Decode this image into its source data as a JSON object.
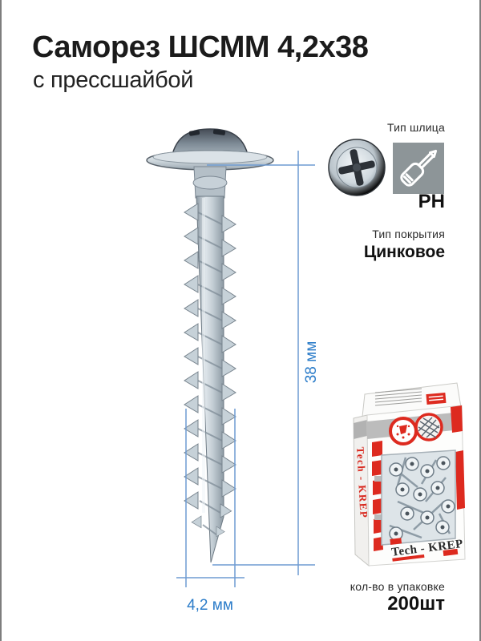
{
  "product": {
    "title": "Саморез ШСММ 4,2х38",
    "subtitle": "с прессшайбой"
  },
  "specs": {
    "slot_label": "Тип шлица",
    "slot_value": "PH",
    "coating_label": "Тип покрытия",
    "coating_value": "Цинковое"
  },
  "dimensions": {
    "length": "38 мм",
    "diameter": "4,2 мм"
  },
  "package": {
    "label": "кол-во в упаковке",
    "value": "200шт"
  },
  "box": {
    "brand_side": "Tech - KREP",
    "brand_front": "Tech - KREP"
  },
  "icons": {
    "drive_icon": "screwdriver-icon",
    "head_photo": "phillips-head-photo"
  },
  "colors": {
    "accent_blue": "#2b7cc9",
    "dim_line_blue": "#6f9bd2",
    "icon_gray": "#8d9598",
    "brand_red": "#dd2a1f",
    "text_dark": "#1b1b1b"
  }
}
